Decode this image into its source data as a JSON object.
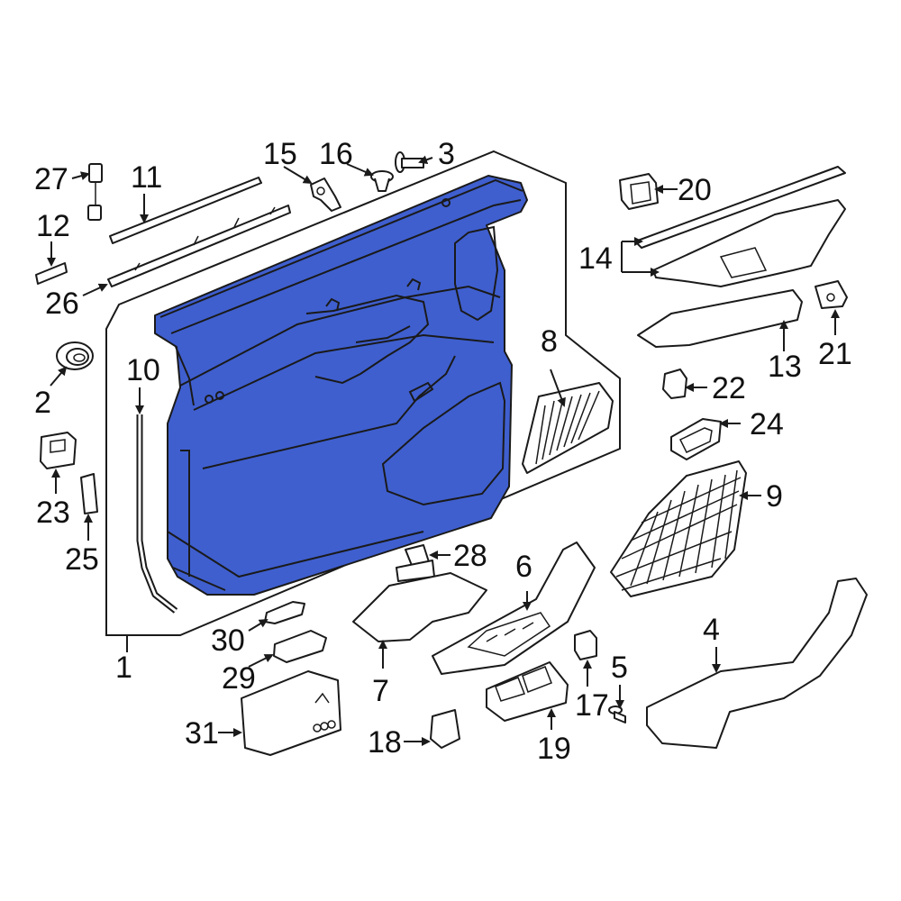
{
  "colors": {
    "highlight": "#3f5fcf",
    "line": "#1a1a1a",
    "background": "#ffffff"
  },
  "highlighted_part": "1",
  "callouts": [
    {
      "id": "c1",
      "text": "1"
    },
    {
      "id": "c2",
      "text": "2"
    },
    {
      "id": "c3",
      "text": "3"
    },
    {
      "id": "c4",
      "text": "4"
    },
    {
      "id": "c5",
      "text": "5"
    },
    {
      "id": "c6",
      "text": "6"
    },
    {
      "id": "c7",
      "text": "7"
    },
    {
      "id": "c8",
      "text": "8"
    },
    {
      "id": "c9",
      "text": "9"
    },
    {
      "id": "c10",
      "text": "10"
    },
    {
      "id": "c11",
      "text": "11"
    },
    {
      "id": "c12",
      "text": "12"
    },
    {
      "id": "c13",
      "text": "13"
    },
    {
      "id": "c14",
      "text": "14"
    },
    {
      "id": "c15",
      "text": "15"
    },
    {
      "id": "c16",
      "text": "16"
    },
    {
      "id": "c17",
      "text": "17"
    },
    {
      "id": "c18",
      "text": "18"
    },
    {
      "id": "c19",
      "text": "19"
    },
    {
      "id": "c20",
      "text": "20"
    },
    {
      "id": "c21",
      "text": "21"
    },
    {
      "id": "c22",
      "text": "22"
    },
    {
      "id": "c23",
      "text": "23"
    },
    {
      "id": "c24",
      "text": "24"
    },
    {
      "id": "c25",
      "text": "25"
    },
    {
      "id": "c26",
      "text": "26"
    },
    {
      "id": "c27",
      "text": "27"
    },
    {
      "id": "c28",
      "text": "28"
    },
    {
      "id": "c29",
      "text": "29"
    },
    {
      "id": "c30",
      "text": "30"
    },
    {
      "id": "c31",
      "text": "31"
    }
  ]
}
